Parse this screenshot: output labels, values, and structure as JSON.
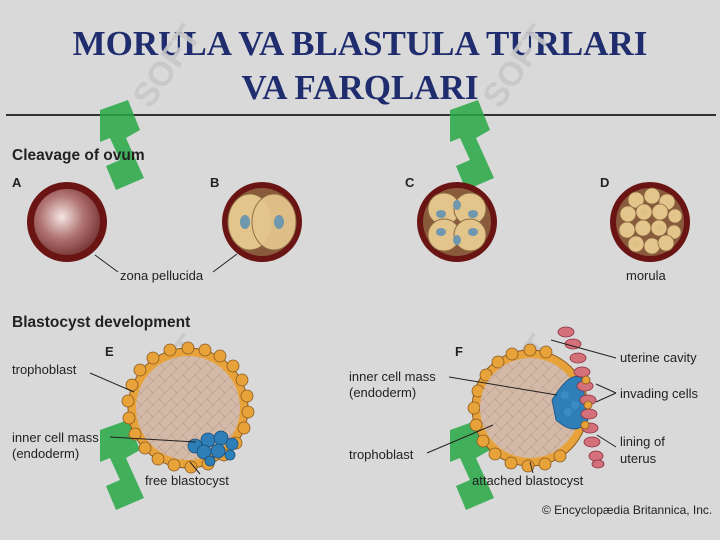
{
  "title_line1": "MORULA VA BLASTULA TURLARI",
  "title_line2": "VA FARQLARI",
  "cleavage": {
    "heading": "Cleavage of ovum",
    "letters": [
      "A",
      "B",
      "C",
      "D"
    ],
    "zona_label": "zona pellucida",
    "morula_label": "morula"
  },
  "blasto": {
    "heading": "Blastocyst development",
    "letters": [
      "E",
      "F"
    ],
    "e_trophoblast": "trophoblast",
    "e_icm_1": "inner cell mass",
    "e_icm_2": "(endoderm)",
    "e_caption": "free blastocyst",
    "f_icm_1": "inner cell mass",
    "f_icm_2": "(endoderm)",
    "f_trophoblast": "trophoblast",
    "f_caption": "attached blastocyst",
    "uterine_cavity": "uterine cavity",
    "invading_cells": "invading cells",
    "lining_1": "lining of",
    "lining_2": "uterus"
  },
  "credit": "© Encyclopædia Britannica, Inc.",
  "colors": {
    "title": "#1f2d6e",
    "zona": "#6b1414",
    "cell": "#e3c48b",
    "nucleus": "#6f97ad",
    "icm": "#2e7fb8",
    "tropho": "#e8a23a",
    "uterus": "#d4707a",
    "watermark": "#27a844"
  },
  "watermark_icon": "leaf-logo-icon",
  "watermark_text": "SOFT"
}
